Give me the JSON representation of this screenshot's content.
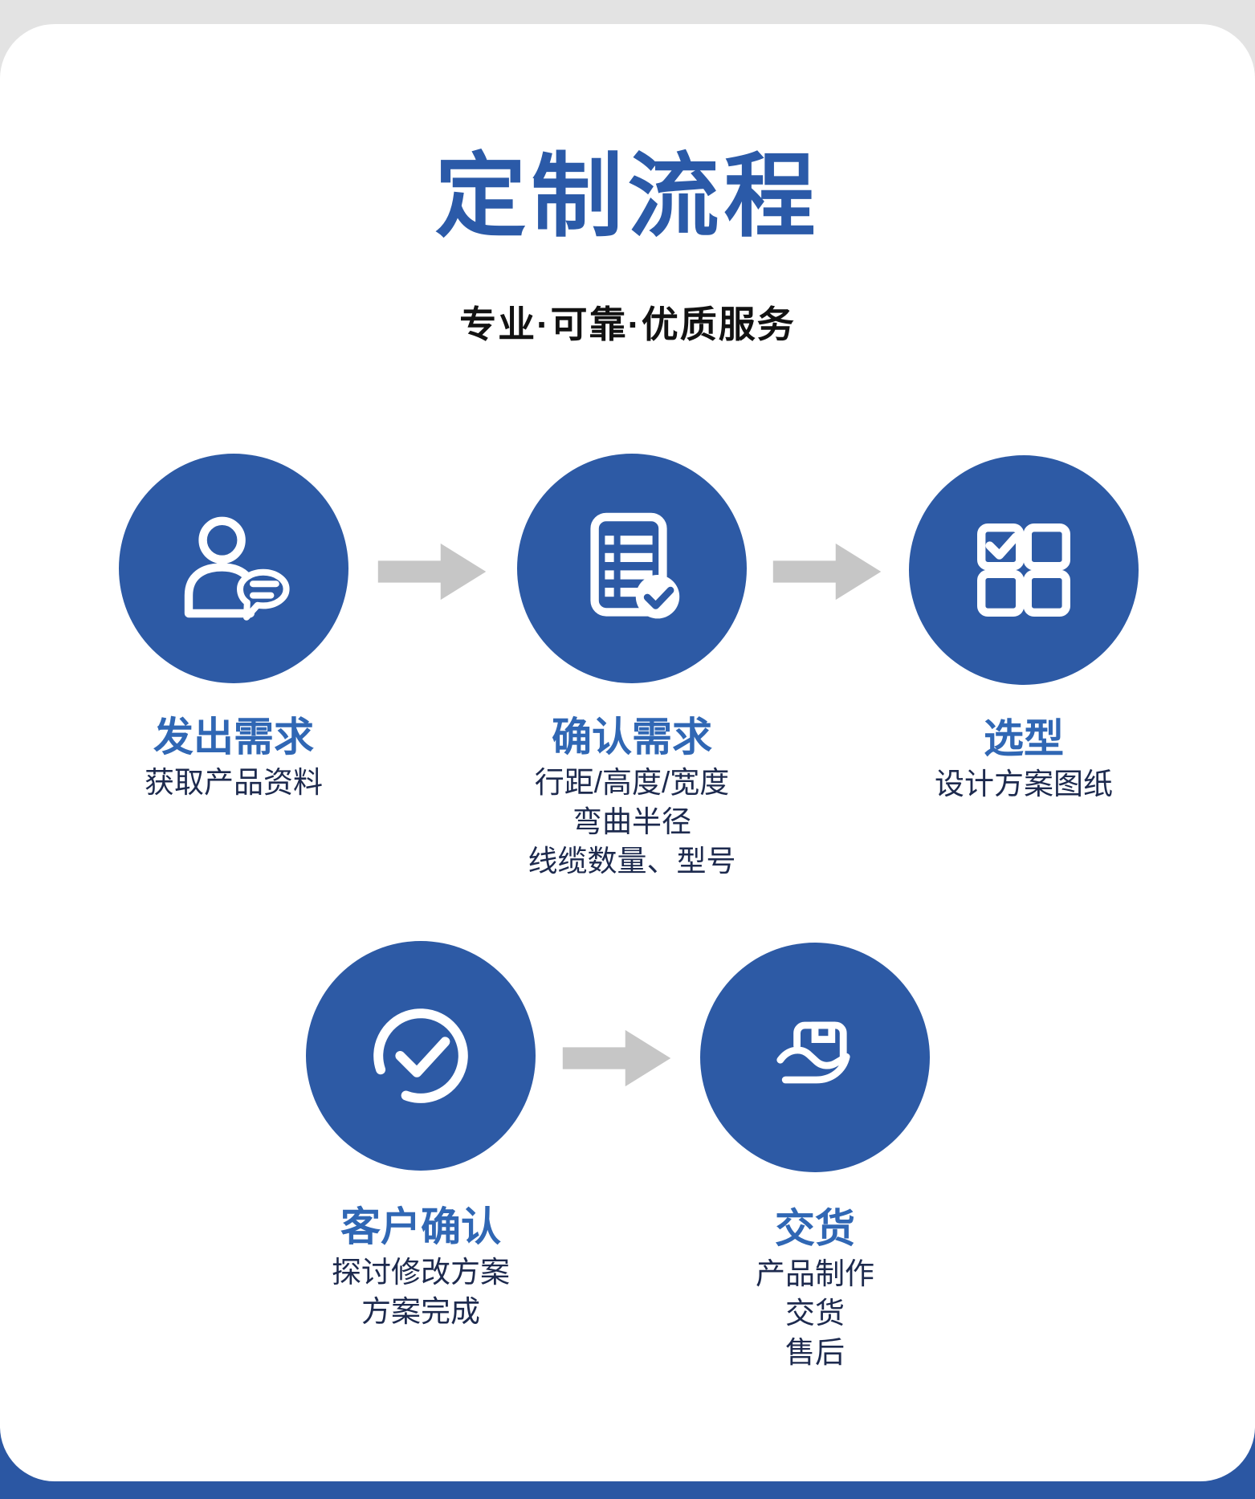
{
  "page": {
    "title": "定制流程",
    "subtitle": "专业·可靠·优质服务"
  },
  "colors": {
    "accent_blue": "#2d5aa5",
    "title_blue": "#2b5aa8",
    "step_title_blue": "#3067b4",
    "desc_navy": "#1d2a4e",
    "arrow_gray": "#c6c6c6",
    "footer_blue": "#2b57a3",
    "page_bg": "#e3e3e3",
    "card_bg": "#ffffff"
  },
  "steps": [
    {
      "title": "发出需求",
      "icon": "person-chat-icon",
      "desc_lines": [
        "获取产品资料"
      ]
    },
    {
      "title": "确认需求",
      "icon": "document-check-icon",
      "desc_lines": [
        "行距/高度/宽度",
        "弯曲半径",
        "线缆数量、型号"
      ]
    },
    {
      "title": "选型",
      "icon": "grid-select-icon",
      "desc_lines": [
        "设计方案图纸"
      ]
    },
    {
      "title": "客户确认",
      "icon": "check-ring-icon",
      "desc_lines": [
        "探讨修改方案",
        "方案完成"
      ]
    },
    {
      "title": "交货",
      "icon": "hand-box-icon",
      "desc_lines": [
        "产品制作",
        "交货",
        "售后"
      ]
    }
  ]
}
